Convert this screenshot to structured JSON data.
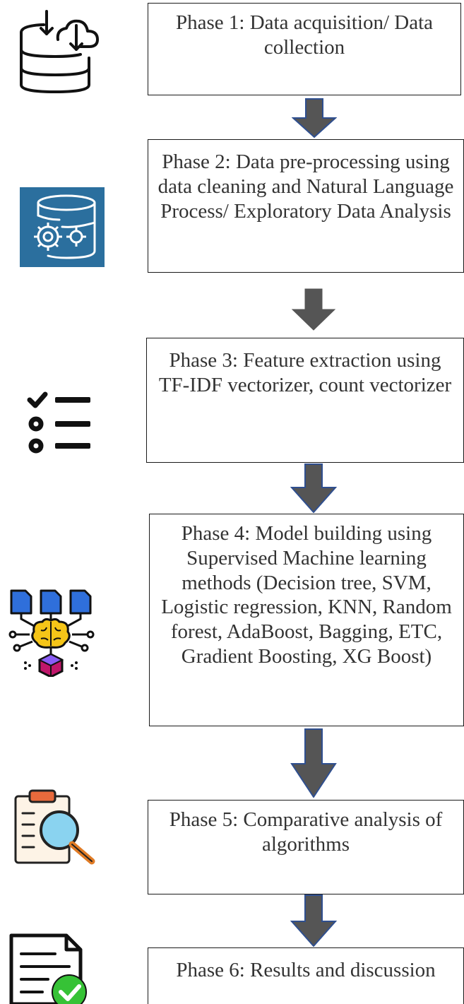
{
  "phases": [
    {
      "label": "Phase 1: Data acquisition/ Data collection",
      "icon": "database-cloud-download-icon"
    },
    {
      "label": "Phase 2:  Data pre-processing using data cleaning and Natural Language Process/ Exploratory Data Analysis",
      "icon": "database-gears-icon"
    },
    {
      "label": "Phase 3: Feature extraction using TF-IDF vectorizer, count vectorizer",
      "icon": "checklist-icon"
    },
    {
      "label": "Phase 4: Model building using Supervised Machine learning methods (Decision tree, SVM, Logistic regression, KNN, Random forest, AdaBoost, Bagging, ETC, Gradient Boosting, XG Boost)",
      "icon": "ai-brain-network-icon"
    },
    {
      "label": "Phase 5: Comparative analysis of algorithms",
      "icon": "clipboard-magnifier-icon"
    },
    {
      "label": "Phase 6: Results and discussion",
      "icon": "document-check-icon"
    }
  ],
  "colors": {
    "arrow_fill": "#555555",
    "arrow_stroke": "#2f4f8f",
    "box_border": "#1a1a1a",
    "text": "#333333",
    "icon2_bg": "#2b6f9e",
    "check_green": "#3cc23c"
  }
}
